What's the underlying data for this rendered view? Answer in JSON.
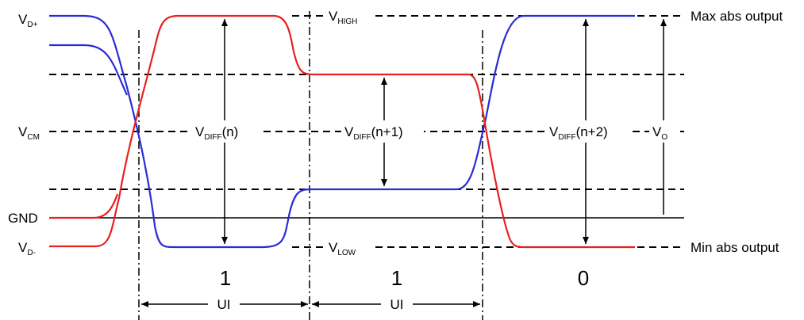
{
  "colors": {
    "d_plus": "#2b2bd6",
    "d_minus": "#e82020",
    "guide": "#000000",
    "background": "#ffffff"
  },
  "labels": {
    "vd_plus": {
      "main": "V",
      "sub": "D+"
    },
    "vd_minus": {
      "main": "V",
      "sub": "D-"
    },
    "vcm": {
      "main": "V",
      "sub": "CM"
    },
    "gnd": "GND",
    "vhigh": {
      "main": "V",
      "sub": "HIGH"
    },
    "vlow": {
      "main": "V",
      "sub": "LOW"
    },
    "max_abs": "Max abs output",
    "min_abs": "Min abs output",
    "vdiff_n": {
      "main": "V",
      "sub": "DIFF",
      "suffix": "(n)"
    },
    "vdiff_n1": {
      "main": "V",
      "sub": "DIFF",
      "suffix": "(n+1)"
    },
    "vdiff_n2": {
      "main": "V",
      "sub": "DIFF",
      "suffix": "(n+2)"
    },
    "vo": {
      "main": "V",
      "sub": "O"
    },
    "ui": "UI",
    "bits": [
      "1",
      "1",
      "0"
    ]
  }
}
